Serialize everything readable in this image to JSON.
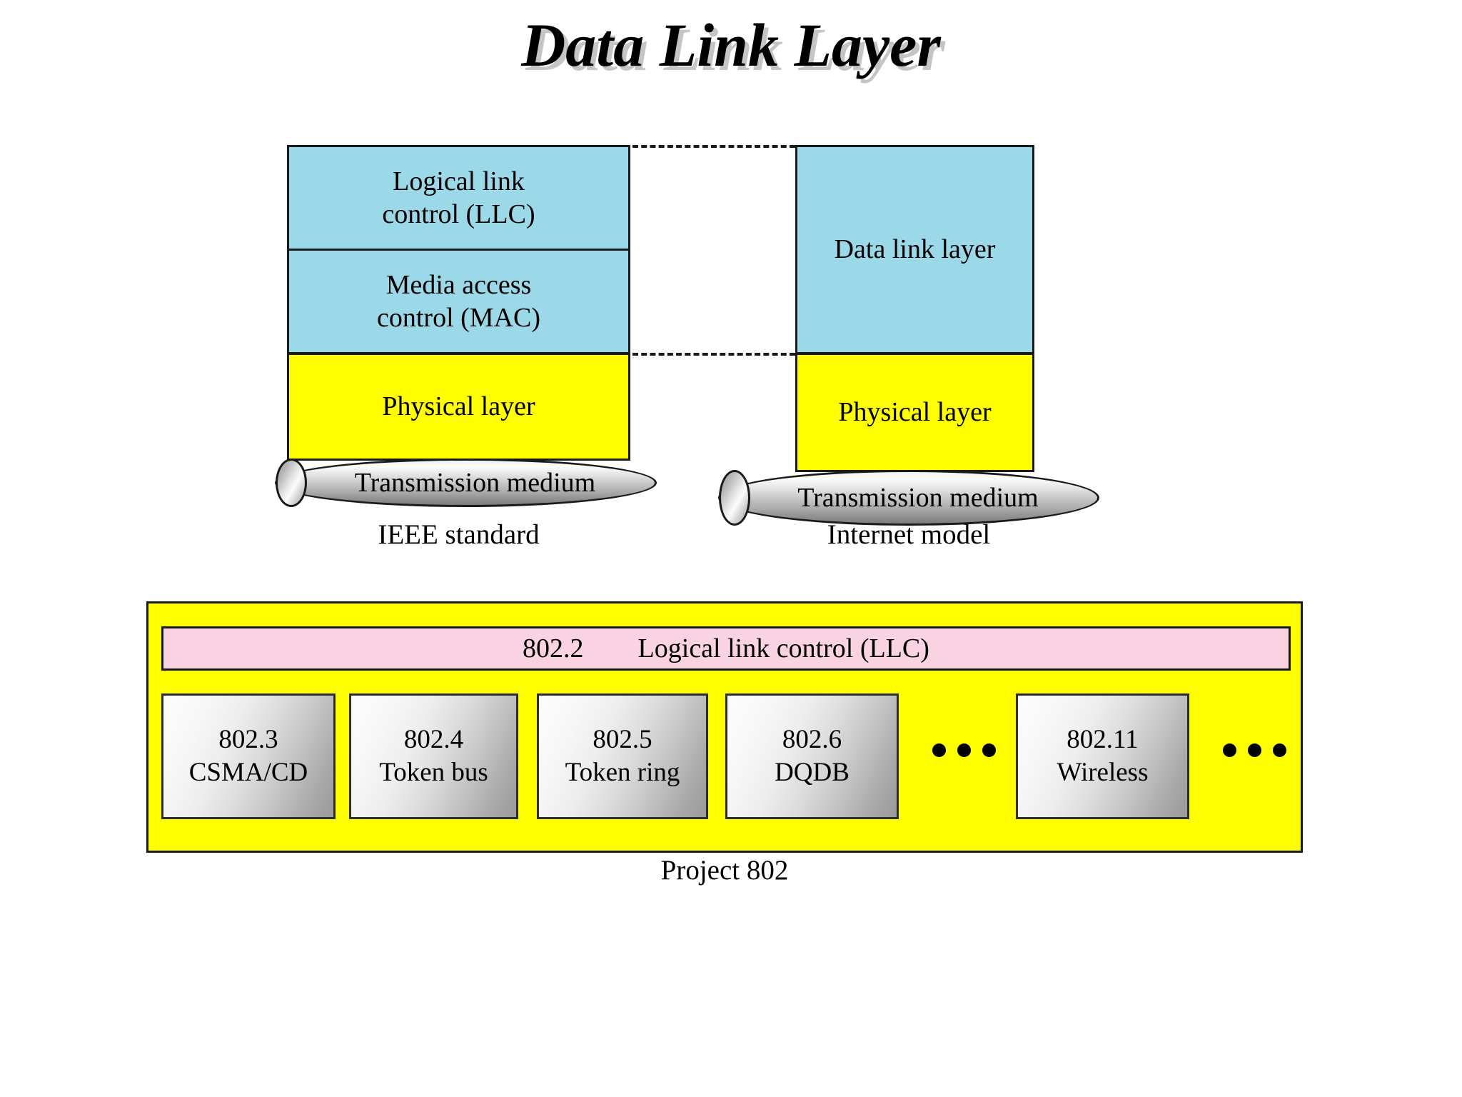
{
  "title": "Data Link Layer",
  "ieee_stack": {
    "caption": "IEEE standard",
    "llc_label": "Logical link\ncontrol (LLC)",
    "mac_label": "Media access\ncontrol (MAC)",
    "physical_label": "Physical layer",
    "medium_label": "Transmission medium"
  },
  "internet_stack": {
    "caption": "Internet model",
    "datalink_label": "Data link layer",
    "physical_label": "Physical layer",
    "medium_label": "Transmission medium"
  },
  "project_802": {
    "caption": "Project 802",
    "llc_bar": "802.2        Logical link control (LLC)",
    "standards": [
      {
        "number": "802.3",
        "name": "CSMA/CD"
      },
      {
        "number": "802.4",
        "name": "Token bus"
      },
      {
        "number": "802.5",
        "name": "Token ring"
      },
      {
        "number": "802.6",
        "name": "DQDB"
      },
      {
        "number": "802.11",
        "name": "Wireless"
      }
    ]
  },
  "colors": {
    "blue_layer": "#9bd8e8",
    "yellow_layer": "#ffff00",
    "pink_llc": "#fad3e3",
    "border": "#1a1a1a"
  }
}
